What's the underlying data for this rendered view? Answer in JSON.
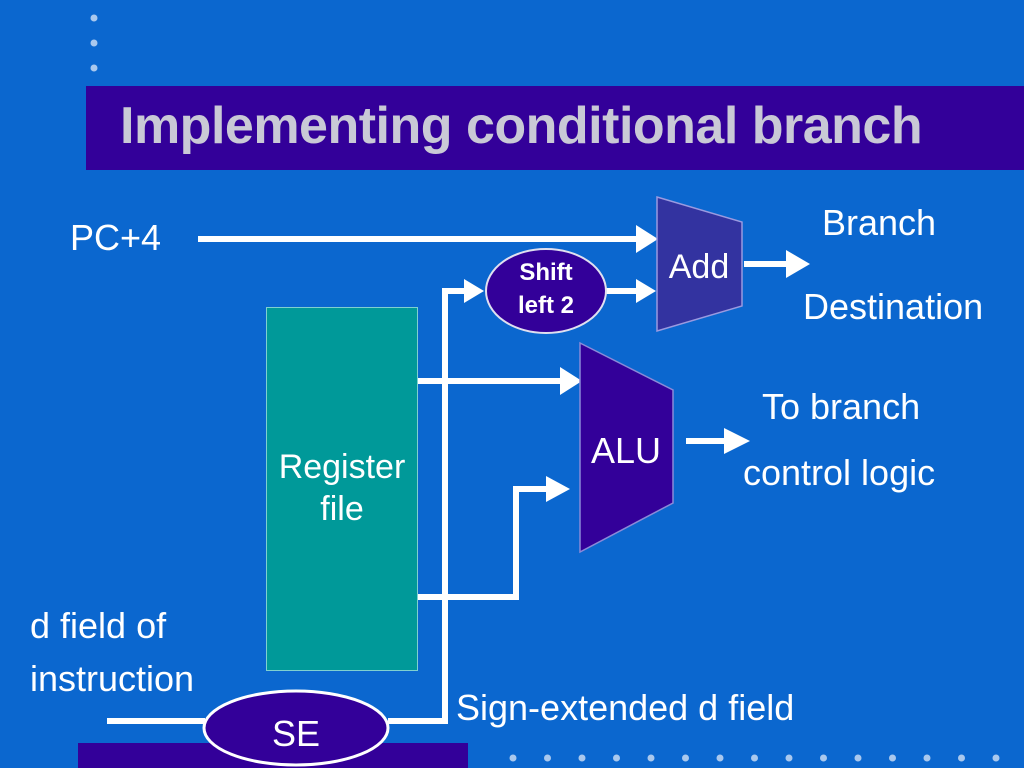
{
  "title": "Implementing conditional branch",
  "labels": {
    "pc4": "PC+4",
    "branch_dest_line1": "Branch",
    "branch_dest_line2": "Destination",
    "to_branch_line1": "To branch",
    "to_branch_line2": "control logic",
    "d_field_line1": "d field of",
    "d_field_line2": "instruction",
    "sign_extended": "Sign-extended d field"
  },
  "blocks": {
    "add": "Add",
    "alu": "ALU",
    "shift_line1": "Shift",
    "shift_line2": "left 2",
    "register_line1": "Register",
    "register_line2": "file",
    "se": "SE"
  },
  "colors": {
    "background": "#0b67cf",
    "title_bar": "#330099",
    "title_text": "#c9c9d6",
    "register_file": "#009999",
    "unit_fill": "#330099",
    "add_fill": "#3333a0",
    "wire": "#ffffff"
  }
}
